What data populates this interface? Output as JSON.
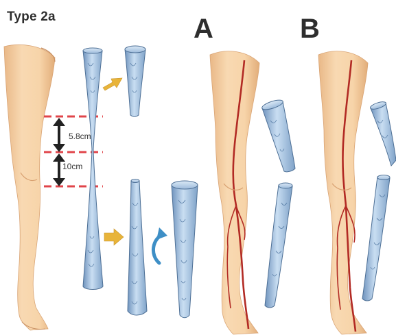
{
  "title": "Type 2a",
  "panels": {
    "a_label": "A",
    "b_label": "B"
  },
  "measurements": {
    "upper_segment": "5.8cm",
    "lower_segment": "10cm"
  },
  "colors": {
    "skin": "#f6d3a8",
    "skin_shadow": "#e3b07c",
    "vein": "#a8c8e8",
    "vein_edge": "#4d6f95",
    "artery": "#b22a24",
    "dash": "#e0444a",
    "arrow_yellow": "#e8b43a",
    "arrow_blue": "#3e8fc6",
    "text": "#2e2e2e"
  },
  "icons": [
    "arrow-right-icon",
    "rotate-arrow-icon",
    "double-arrow-icon"
  ]
}
